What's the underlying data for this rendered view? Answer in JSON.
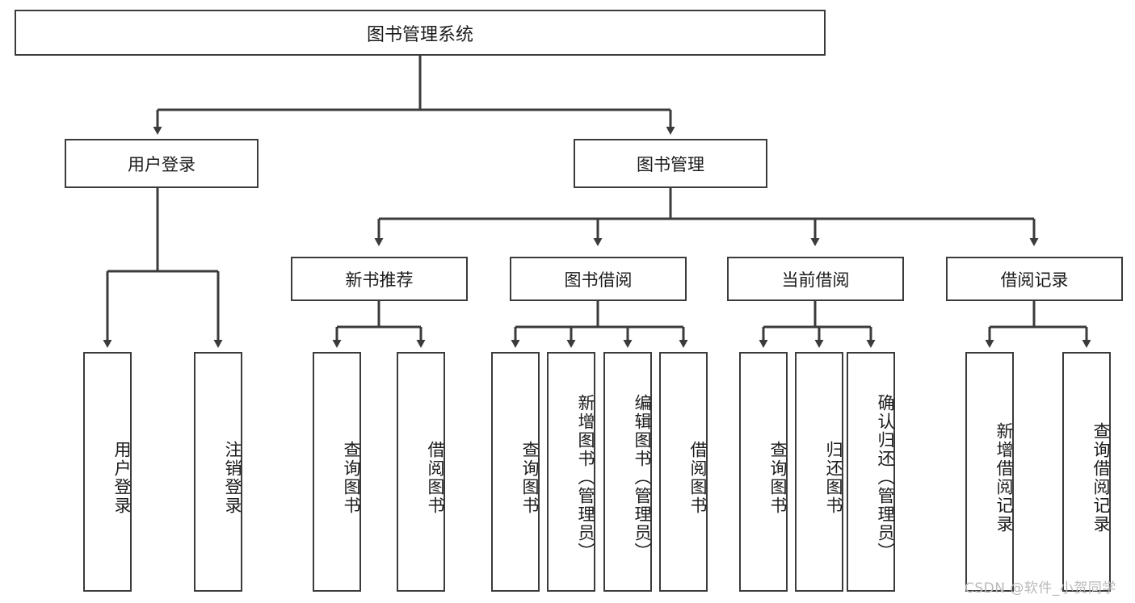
{
  "diagram": {
    "type": "tree-hierarchy-chart",
    "title": "图书管理系统",
    "stroke_color": "#3b3b3b",
    "background_color": "#ffffff",
    "root": {
      "label": "图书管理系统",
      "children": [
        {
          "label": "用户登录",
          "children": [
            {
              "label": "用户登录"
            },
            {
              "label": "注销登录"
            }
          ]
        },
        {
          "label": "图书管理",
          "children": [
            {
              "label": "新书推荐",
              "children": [
                {
                  "label": "查询图书"
                },
                {
                  "label": "借阅图书"
                }
              ]
            },
            {
              "label": "图书借阅",
              "children": [
                {
                  "label": "查询图书"
                },
                {
                  "label": "新增图书（管理员）"
                },
                {
                  "label": "编辑图书（管理员）"
                },
                {
                  "label": "借阅图书"
                }
              ]
            },
            {
              "label": "当前借阅",
              "children": [
                {
                  "label": "查询图书"
                },
                {
                  "label": "归还图书"
                },
                {
                  "label": "确认归还（管理员）"
                }
              ]
            },
            {
              "label": "借阅记录",
              "children": [
                {
                  "label": "新增借阅记录"
                },
                {
                  "label": "查询借阅记录"
                }
              ]
            }
          ]
        }
      ]
    }
  },
  "nodes": {
    "root": "图书管理系统",
    "user_login": "用户登录",
    "book_manage": "图书管理",
    "new_book_rec": "新书推荐",
    "book_borrow": "图书借阅",
    "current_borrow": "当前借阅",
    "borrow_record": "借阅记录",
    "leaf_user_login": "用户登录",
    "leaf_logout": "注销登录",
    "leaf_query_book_a": "查询图书",
    "leaf_borrow_book_a": "借阅图书",
    "leaf_query_book_b": "查询图书",
    "leaf_add_book": "新增图书（管理员）",
    "leaf_edit_book": "编辑图书（管理员）",
    "leaf_borrow_book_b": "借阅图书",
    "leaf_query_book_c": "查询图书",
    "leaf_return_book": "归还图书",
    "leaf_confirm_return": "确认归还（管理员）",
    "leaf_add_record": "新增借阅记录",
    "leaf_query_record": "查询借阅记录"
  },
  "watermark": {
    "text": "CSDN @软件_小贺同学"
  }
}
